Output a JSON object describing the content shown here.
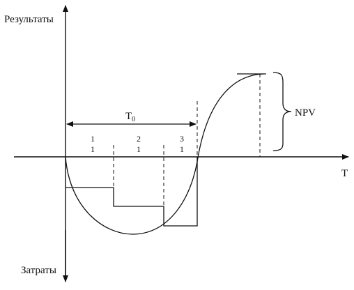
{
  "diagram": {
    "y_axis_top_label": "Результаты",
    "y_axis_bottom_label": "Затраты",
    "x_axis_label": "T",
    "payback_label_base": "T",
    "payback_label_sub": "0",
    "npv_label": "NPV",
    "period_labels": [
      "1",
      "2",
      "3"
    ],
    "period_ticks": [
      "1",
      "1",
      "1"
    ]
  }
}
